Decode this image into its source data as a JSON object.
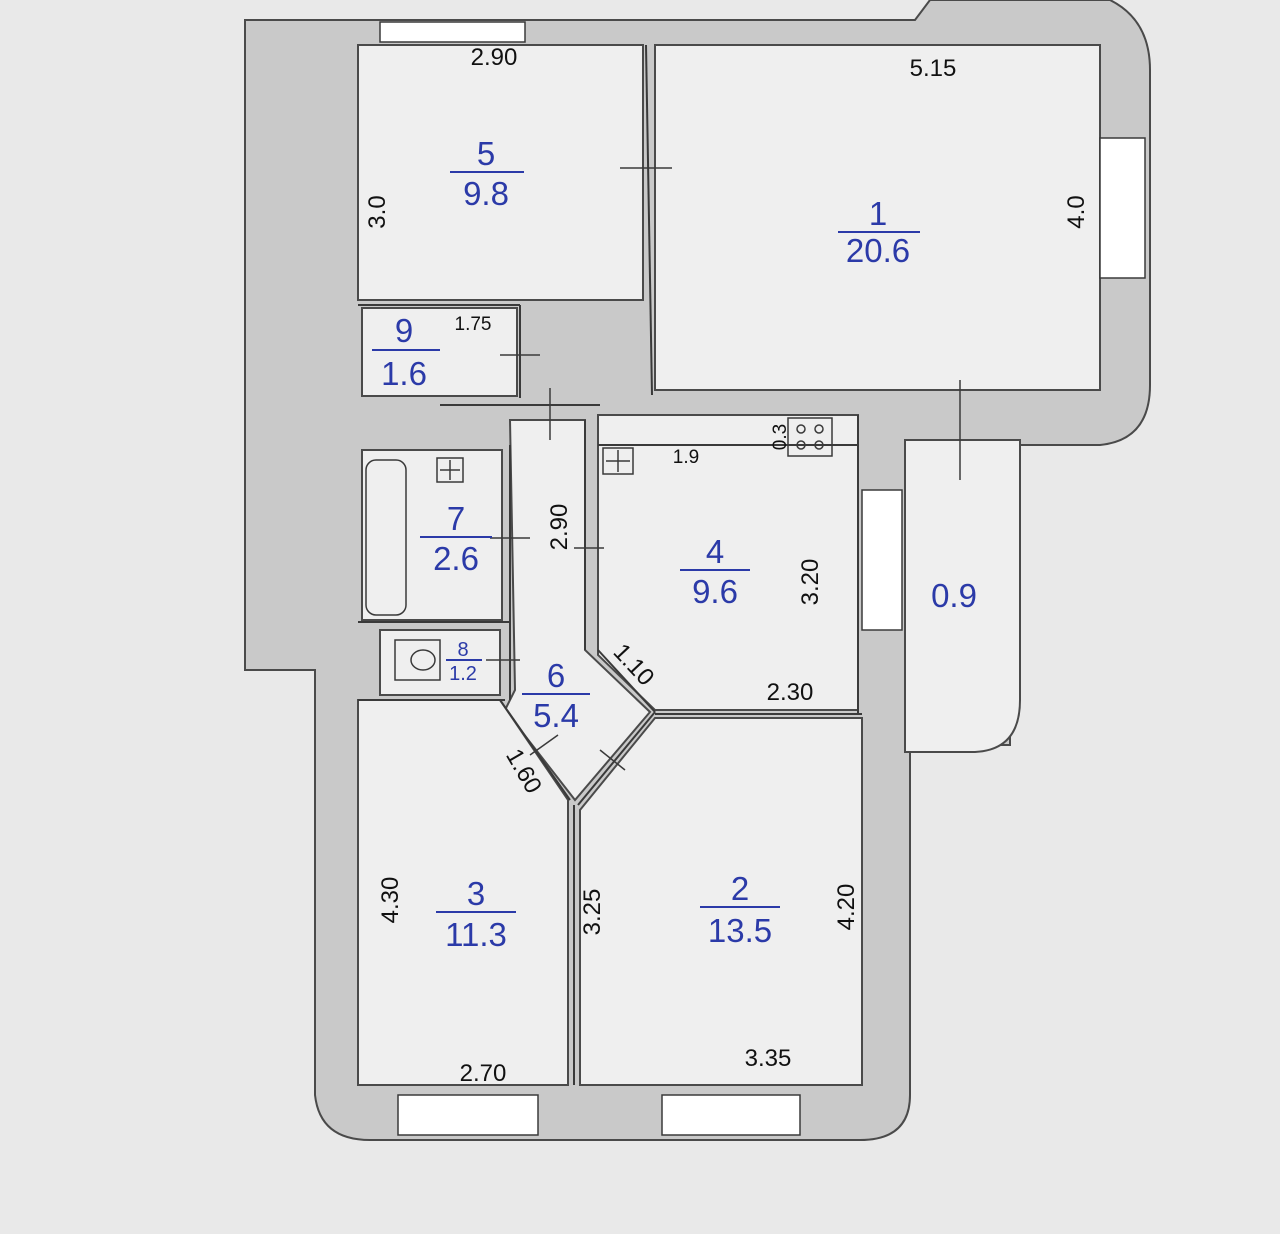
{
  "rooms": {
    "r1": {
      "number": "1",
      "area": "20.6"
    },
    "r2": {
      "number": "2",
      "area": "13.5"
    },
    "r3": {
      "number": "3",
      "area": "11.3"
    },
    "r4": {
      "number": "4",
      "area": "9.6"
    },
    "r5": {
      "number": "5",
      "area": "9.8"
    },
    "r6": {
      "number": "6",
      "area": "5.4"
    },
    "r7": {
      "number": "7",
      "area": "2.6"
    },
    "r8": {
      "number": "8",
      "area": "1.2"
    },
    "r9": {
      "number": "9",
      "area": "1.6"
    },
    "balcony": {
      "area": "0.9"
    }
  },
  "dimensions": {
    "d_2_90_top": "2.90",
    "d_5_15": "5.15",
    "d_3_0": "3.0",
    "d_4_0": "4.0",
    "d_1_75": "1.75",
    "d_1_9": "1.9",
    "d_0_3": "0.3",
    "d_2_90_left": "2.90",
    "d_3_20": "3.20",
    "d_1_10": "1.10",
    "d_2_30": "2.30",
    "d_1_60": "1.60",
    "d_4_30": "4.30",
    "d_3_25": "3.25",
    "d_4_20": "4.20",
    "d_2_70": "2.70",
    "d_3_35": "3.35"
  }
}
